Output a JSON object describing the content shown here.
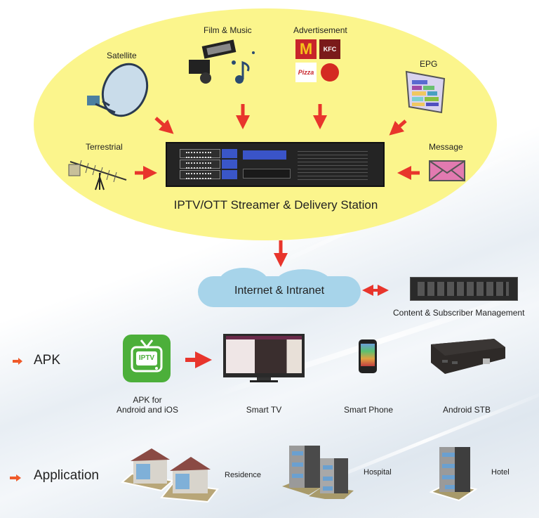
{
  "diagram": {
    "station_label": "IPTV/OTT Streamer & Delivery Station",
    "sources": [
      {
        "label": "Satellite",
        "icon": "satellite-dish-icon"
      },
      {
        "label": "Film & Music",
        "icon": "film-music-icon"
      },
      {
        "label": "Advertisement",
        "icon": "advertisement-logos-icon"
      },
      {
        "label": "EPG",
        "icon": "epg-grid-icon"
      },
      {
        "label": "Terrestrial",
        "icon": "terrestrial-antenna-icon"
      },
      {
        "label": "Message",
        "icon": "envelope-icon"
      }
    ],
    "network_label": "Internet &  Intranet",
    "management_label": "Content & Subscriber Management",
    "apk_section": {
      "title": "APK",
      "app_icon_text": "IPTV",
      "app_label_line1": "APK for",
      "app_label_line2": "Android and iOS",
      "devices": [
        {
          "label": "Smart TV"
        },
        {
          "label": "Smart Phone"
        },
        {
          "label": "Android STB"
        }
      ]
    },
    "application_section": {
      "title": "Application",
      "places": [
        {
          "label": "Residence"
        },
        {
          "label": "Hospital"
        },
        {
          "label": "Hotel"
        }
      ]
    },
    "colors": {
      "ellipse": "#fbf58c",
      "arrow": "#e8352c",
      "cloud": "#a7d4ea",
      "bullet_arrow": "#ef5a2a",
      "app_green": "#4caf3a"
    }
  }
}
